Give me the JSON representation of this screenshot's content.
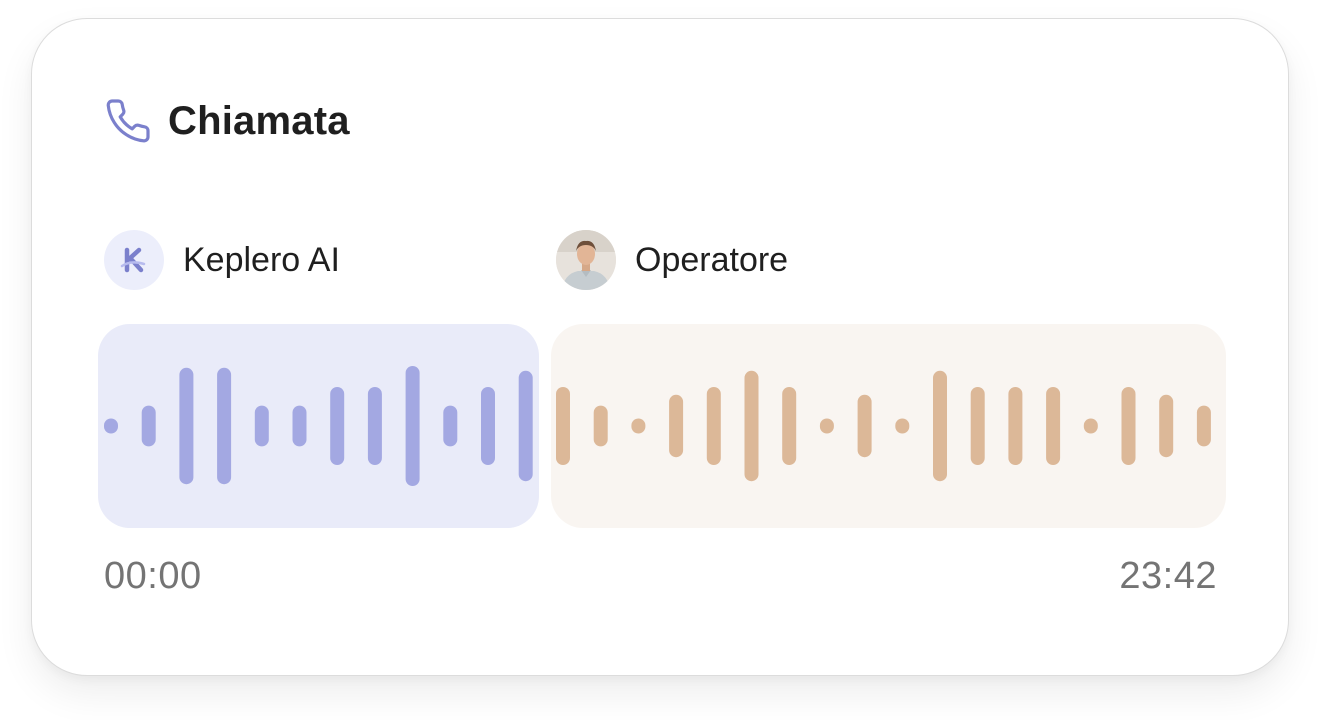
{
  "header": {
    "icon": "phone-icon",
    "title": "Chiamata"
  },
  "speakers": [
    {
      "name": "Keplero AI",
      "avatar": "keplero-logo-icon"
    },
    {
      "name": "Operatore",
      "avatar": "operator-avatar"
    }
  ],
  "waveforms": {
    "ai": {
      "bg_color": "#e9ebf9",
      "bar_color": "#a3a8e2",
      "bar_levels": [
        0.1,
        0.34,
        0.97,
        0.97,
        0.34,
        0.34,
        0.65,
        0.65,
        1.0,
        0.34,
        0.65,
        0.92
      ]
    },
    "operator": {
      "bg_color": "#f9f5f1",
      "bar_color": "#dcb898",
      "bar_levels": [
        0.65,
        0.34,
        0.1,
        0.52,
        0.65,
        0.92,
        0.65,
        0.1,
        0.52,
        0.1,
        0.92,
        0.65,
        0.65,
        0.65,
        0.1,
        0.65,
        0.52,
        0.34
      ]
    }
  },
  "timeline": {
    "start": "00:00",
    "end": "23:42"
  },
  "colors": {
    "accent": "#7b80cc",
    "title": "#1f1f1f",
    "muted": "#747474"
  }
}
